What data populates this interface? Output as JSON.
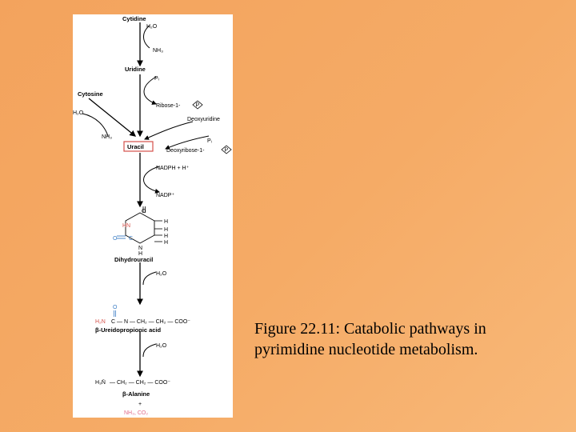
{
  "caption": {
    "line1": "Figure 22.11: Catabolic pathways in",
    "line2": "pyrimidine nucleotide metabolism."
  },
  "diagram": {
    "compounds": {
      "cytidine": "Cytidine",
      "uridine": "Uridine",
      "cytosine": "Cytosine",
      "uracil": "Uracil",
      "dihydrouracil": "Dihydrouracil",
      "ureidopropionic": "β-Ureidopropionic acid",
      "alanine": "β-Alanine"
    },
    "side_labels": {
      "h2o_1": "H₂O",
      "nh3_1": "NH₃",
      "pi_1": "Pᵢ",
      "ribose_1p": "Ribose-1-",
      "h2o_2": "H₂O",
      "nh3_2": "NH₃",
      "deoxyuridine": "Deoxyuridine",
      "pi_2": "Pᵢ",
      "deoxyribose_1p": "Deoxyribose-1-",
      "nadph": "NADPH + H⁺",
      "nadp": "NADP⁺",
      "h2o_3": "H₂O",
      "h2o_4": "H₂O",
      "plus": "+",
      "byproducts": "NH₃, CO₂",
      "phosphate": "P"
    },
    "ring": {
      "o_top": "O",
      "hn": "HN",
      "o_left": "O",
      "c": "C",
      "n": "N",
      "h_bottom": "H",
      "h1": "H",
      "h2": "H",
      "h3": "H",
      "h4": "H"
    },
    "formula_ureido": {
      "o": "O",
      "h2n": "H₂N",
      "rest": "C — N — CH₂ — CH₂ — COO⁻"
    },
    "formula_alanine": {
      "h3n": "H₃N̄",
      "rest": "— CH₂ — CH₂ — COO⁻"
    },
    "colors": {
      "accent_red": "#d4504a",
      "accent_blue": "#3a7cc4",
      "accent_pink": "#e06b8a"
    }
  }
}
